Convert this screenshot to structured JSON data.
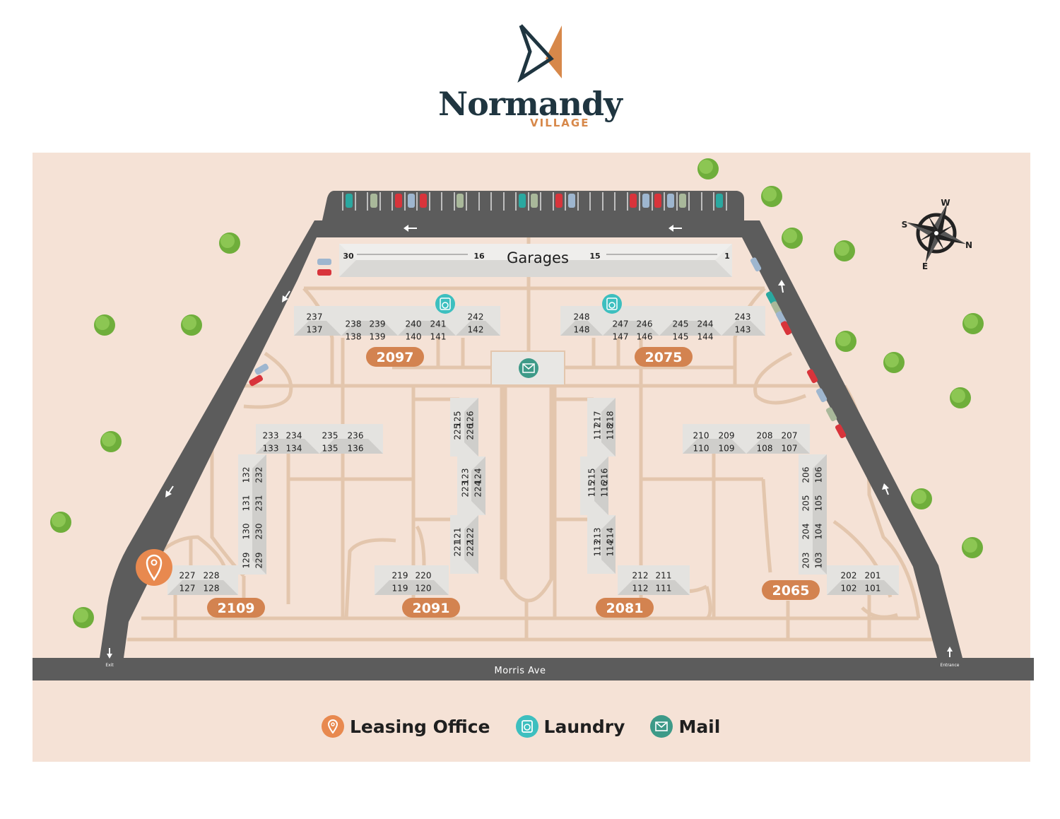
{
  "brand": {
    "name": "Normandy",
    "subtitle": "VILLAGE"
  },
  "colors": {
    "ground": "#f5e2d6",
    "road": "#5c5c5c",
    "path": "#e3c6ad",
    "building": "#dededc",
    "building_label": "#d38350",
    "leasing": "#e8894f",
    "laundry": "#3dbfbf",
    "mail": "#3d9a88",
    "tree": "#7ab642"
  },
  "map": {
    "garages_label": "Garages",
    "garage_numbers": [
      "30",
      "16",
      "15",
      "1"
    ],
    "street": "Morris Ave",
    "exit_label": "Exit",
    "entrance_label": "Entrance",
    "compass": {
      "w": "W",
      "s": "S",
      "n": "N",
      "e": "E"
    },
    "building_labels": [
      "2097",
      "2075",
      "2109",
      "2091",
      "2081",
      "2065"
    ],
    "unit_labels": [
      "237",
      "137",
      "238",
      "138",
      "239",
      "139",
      "240",
      "140",
      "241",
      "141",
      "242",
      "142",
      "248",
      "148",
      "247",
      "147",
      "246",
      "146",
      "245",
      "145",
      "244",
      "144",
      "243",
      "143",
      "233",
      "133",
      "234",
      "134",
      "235",
      "135",
      "236",
      "136",
      "210",
      "110",
      "209",
      "109",
      "208",
      "108",
      "207",
      "107",
      "125",
      "126",
      "225",
      "226",
      "123",
      "124",
      "223",
      "224",
      "121",
      "122",
      "221",
      "222",
      "217",
      "218",
      "117",
      "118",
      "215",
      "216",
      "115",
      "116",
      "213",
      "214",
      "113",
      "114",
      "132",
      "232",
      "131",
      "231",
      "130",
      "230",
      "129",
      "229",
      "206",
      "106",
      "205",
      "105",
      "204",
      "104",
      "203",
      "103",
      "227",
      "127",
      "228",
      "128",
      "219",
      "119",
      "220",
      "120",
      "212",
      "112",
      "211",
      "111",
      "202",
      "102",
      "201",
      "101"
    ]
  },
  "legend": [
    {
      "label": "Leasing Office",
      "icon": "location-pin-icon"
    },
    {
      "label": "Laundry",
      "icon": "washing-machine-icon"
    },
    {
      "label": "Mail",
      "icon": "envelope-icon"
    }
  ]
}
